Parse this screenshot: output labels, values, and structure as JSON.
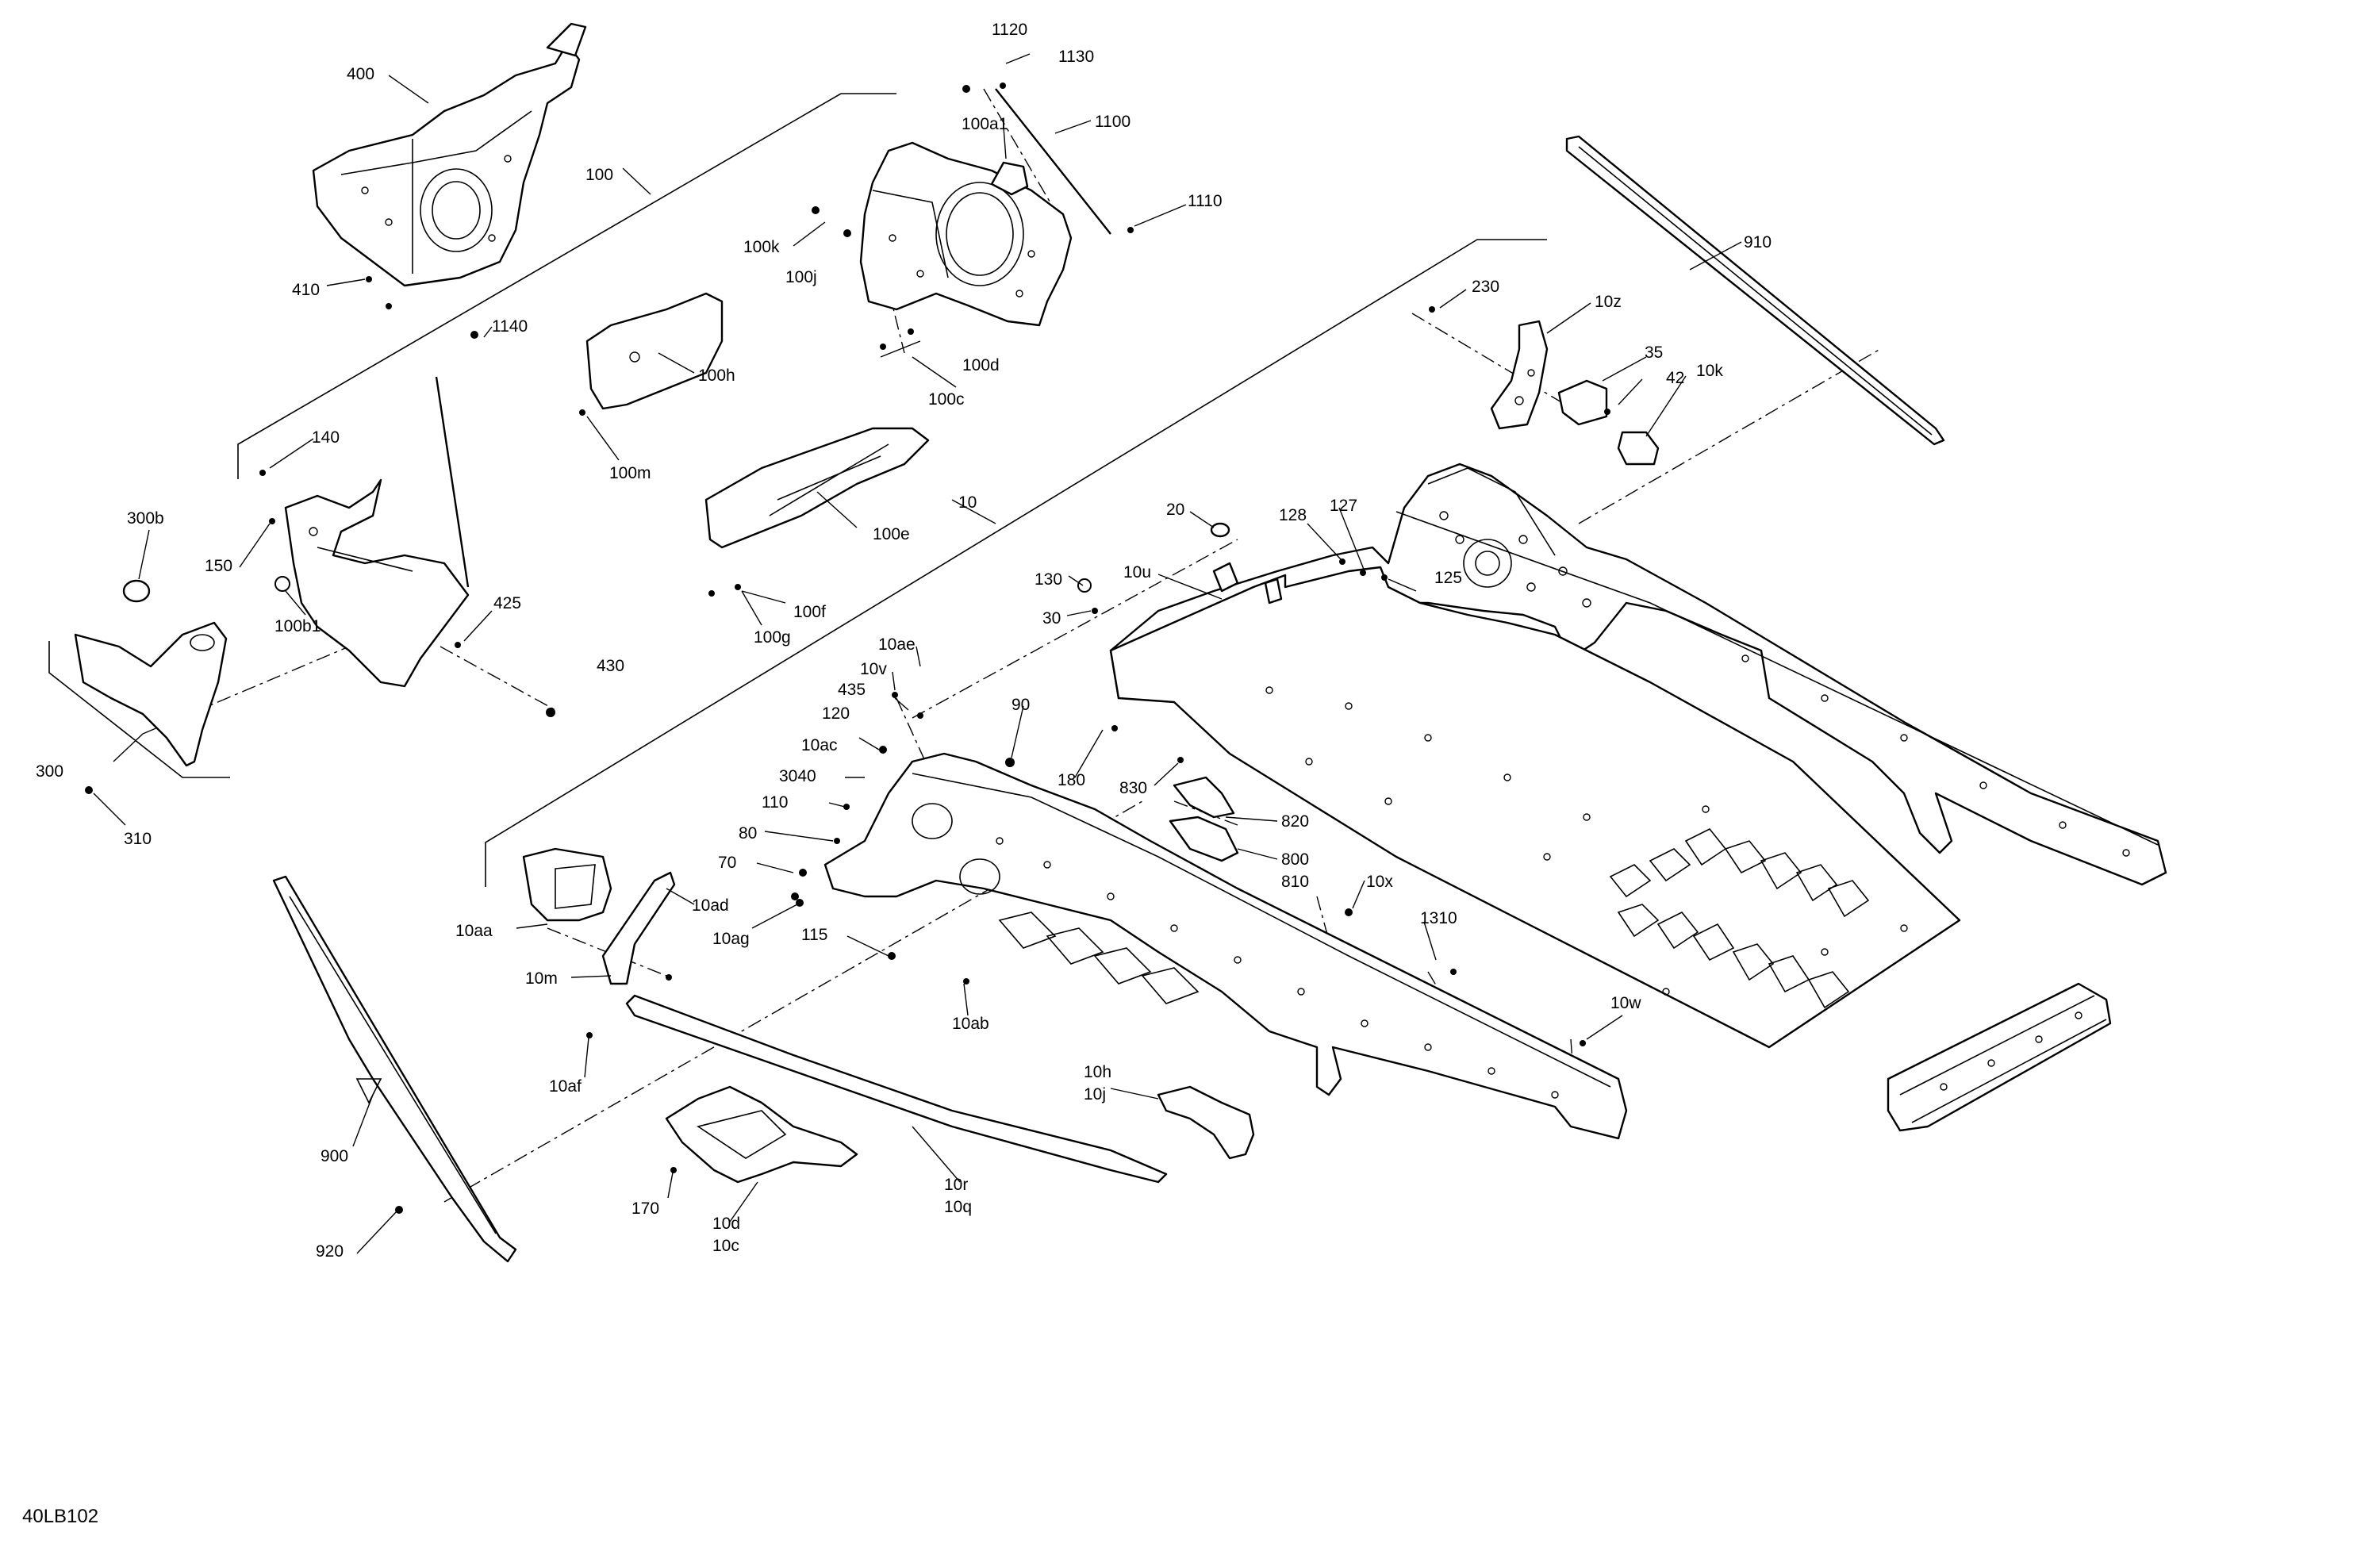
{
  "reference_code": "40LB102",
  "callouts": [
    {
      "id": "400",
      "text": "400"
    },
    {
      "id": "100",
      "text": "100"
    },
    {
      "id": "410",
      "text": "410"
    },
    {
      "id": "1120",
      "text": "1120"
    },
    {
      "id": "1130",
      "text": "1130"
    },
    {
      "id": "100a1",
      "text": "100a1"
    },
    {
      "id": "1100",
      "text": "1100"
    },
    {
      "id": "1110",
      "text": "1110"
    },
    {
      "id": "100k",
      "text": "100k"
    },
    {
      "id": "100j",
      "text": "100j"
    },
    {
      "id": "100d",
      "text": "100d"
    },
    {
      "id": "100c",
      "text": "100c"
    },
    {
      "id": "910",
      "text": "910"
    },
    {
      "id": "230",
      "text": "230"
    },
    {
      "id": "10z",
      "text": "10z"
    },
    {
      "id": "35",
      "text": "35"
    },
    {
      "id": "42",
      "text": "42"
    },
    {
      "id": "10k",
      "text": "10k"
    },
    {
      "id": "1140",
      "text": "1140"
    },
    {
      "id": "100h",
      "text": "100h"
    },
    {
      "id": "100m",
      "text": "100m"
    },
    {
      "id": "140",
      "text": "140"
    },
    {
      "id": "300b",
      "text": "300b"
    },
    {
      "id": "150",
      "text": "150"
    },
    {
      "id": "100b1",
      "text": "100b1"
    },
    {
      "id": "425",
      "text": "425"
    },
    {
      "id": "430",
      "text": "430"
    },
    {
      "id": "300",
      "text": "300"
    },
    {
      "id": "310",
      "text": "310"
    },
    {
      "id": "100e",
      "text": "100e"
    },
    {
      "id": "100f",
      "text": "100f"
    },
    {
      "id": "100g",
      "text": "100g"
    },
    {
      "id": "10",
      "text": "10"
    },
    {
      "id": "20",
      "text": "20"
    },
    {
      "id": "128",
      "text": "128"
    },
    {
      "id": "127",
      "text": "127"
    },
    {
      "id": "125",
      "text": "125"
    },
    {
      "id": "130",
      "text": "130"
    },
    {
      "id": "10u",
      "text": "10u"
    },
    {
      "id": "30",
      "text": "30"
    },
    {
      "id": "10ae",
      "text": "10ae"
    },
    {
      "id": "10v",
      "text": "10v"
    },
    {
      "id": "435",
      "text": "435"
    },
    {
      "id": "120",
      "text": "120"
    },
    {
      "id": "90",
      "text": "90"
    },
    {
      "id": "10ac",
      "text": "10ac"
    },
    {
      "id": "180",
      "text": "180"
    },
    {
      "id": "3040",
      "text": "3040"
    },
    {
      "id": "830",
      "text": "830"
    },
    {
      "id": "110",
      "text": "110"
    },
    {
      "id": "820",
      "text": "820"
    },
    {
      "id": "80",
      "text": "80"
    },
    {
      "id": "800",
      "text": "800"
    },
    {
      "id": "810",
      "text": "810"
    },
    {
      "id": "70",
      "text": "70"
    },
    {
      "id": "10x",
      "text": "10x"
    },
    {
      "id": "10ad",
      "text": "10ad"
    },
    {
      "id": "10aa",
      "text": "10aa"
    },
    {
      "id": "10ag",
      "text": "10ag"
    },
    {
      "id": "1310",
      "text": "1310"
    },
    {
      "id": "115",
      "text": "115"
    },
    {
      "id": "10m",
      "text": "10m"
    },
    {
      "id": "10ab",
      "text": "10ab"
    },
    {
      "id": "10w",
      "text": "10w"
    },
    {
      "id": "10af",
      "text": "10af"
    },
    {
      "id": "10h",
      "text": "10h"
    },
    {
      "id": "10j",
      "text": "10j"
    },
    {
      "id": "900",
      "text": "900"
    },
    {
      "id": "170",
      "text": "170"
    },
    {
      "id": "10r",
      "text": "10r"
    },
    {
      "id": "10q",
      "text": "10q"
    },
    {
      "id": "10d",
      "text": "10d"
    },
    {
      "id": "10c",
      "text": "10c"
    },
    {
      "id": "920",
      "text": "920"
    }
  ]
}
